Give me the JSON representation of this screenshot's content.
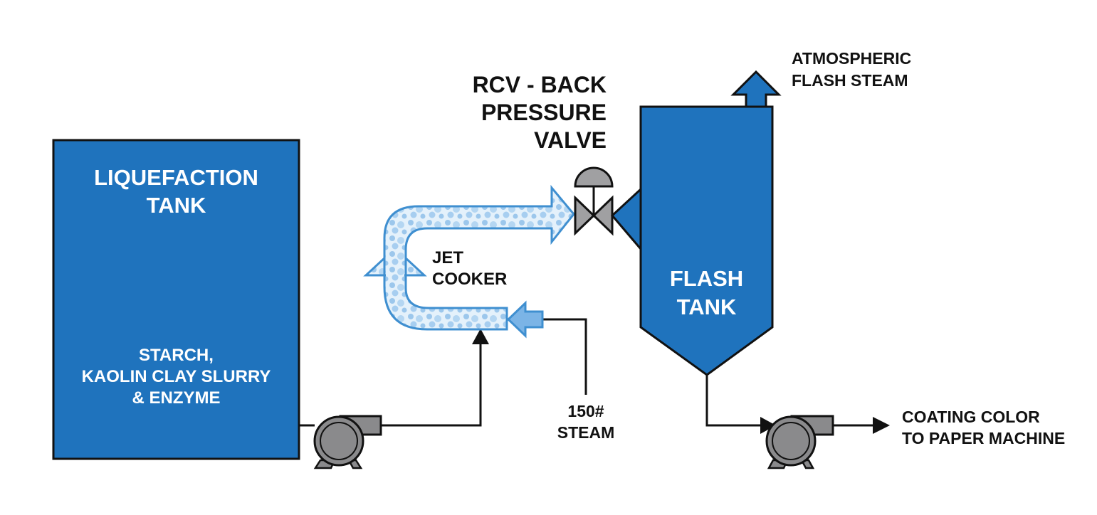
{
  "labels": {
    "liquefaction_tank": "LIQUEFACTION\nTANK",
    "tank_contents": "STARCH,\nKAOLIN CLAY SLURRY\n& ENZYME",
    "valve": "RCV - BACK\nPRESSURE\nVALVE",
    "jet_cooker": "JET\nCOOKER",
    "steam_supply": "150#\nSTEAM",
    "flash_tank": "FLASH\nTANK",
    "flash_steam": "ATMOSPHERIC\nFLASH STEAM",
    "output": "COATING COLOR\nTO PAPER MACHINE"
  },
  "colors": {
    "tank_blue": "#1f73bd",
    "outline": "#111111",
    "pump_gray": "#8a8a8c",
    "valve_gray": "#a0a0a2",
    "cooker_fill": "#cfe4f5",
    "cooker_outline": "#3f8fd0",
    "steam_arrow": "#7bb4e6"
  }
}
